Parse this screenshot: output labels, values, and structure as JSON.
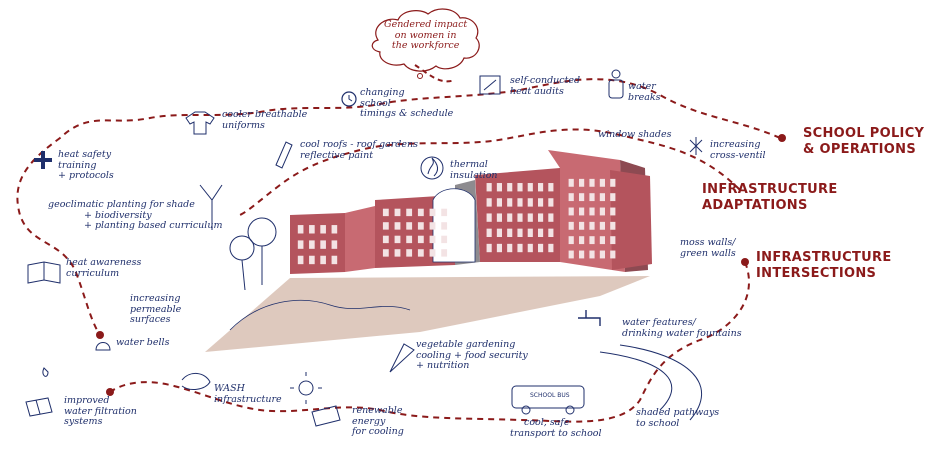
{
  "headings": {
    "school_policy": [
      "SCHOOL POLICY",
      "& OPERATIONS"
    ],
    "infra_adaptations": [
      "INFRASTRUCTURE",
      "ADAPTATIONS"
    ],
    "infra_intersections": [
      "INFRASTRUCTURE",
      "INTERSECTIONS"
    ]
  },
  "cloud_note": [
    "Gendered impact",
    "on women in",
    "the workforce"
  ],
  "labels": {
    "changing_school": [
      "changing",
      "school",
      "timings & schedule"
    ],
    "self_heat_audits": [
      "self-conducted",
      "heat audits"
    ],
    "water_breaks": [
      "water",
      "breaks"
    ],
    "cooler_uniforms": [
      "cooler breathable",
      "uniforms"
    ],
    "heat_safety": [
      "heat safety",
      "training",
      "+ protocols"
    ],
    "cool_roofs": [
      "cool roofs - roof gardens",
      "reflective paint"
    ],
    "thermal_insulation": [
      "thermal",
      "insulation"
    ],
    "window_shades": [
      "window shades"
    ],
    "cross_ventilation": [
      "increasing",
      "cross-ventil"
    ],
    "geoclimatic_planting": [
      "geoclimatic planting for shade",
      "+ biodiversity",
      "+ planting based curriculum"
    ],
    "heat_awareness": [
      "heat awareness",
      "curriculum"
    ],
    "moss_walls": [
      "moss walls/",
      "green walls"
    ],
    "permeable_surfaces": [
      "increasing",
      "permeable",
      "surfaces"
    ],
    "water_bells": [
      "water bells"
    ],
    "vegetable_gardening": [
      "vegetable gardening",
      "cooling + food security",
      "+ nutrition"
    ],
    "water_features": [
      "water features/",
      "drinking water fountains"
    ],
    "wash": [
      "WASH",
      "infrastructure"
    ],
    "water_filtration": [
      "improved",
      "water filtration",
      "systems"
    ],
    "renewable_energy": [
      "renewable",
      "energy",
      "for cooling"
    ],
    "cool_transport": [
      "cool, safe",
      "transport to school"
    ],
    "shaded_pathways": [
      "shaded pathways",
      "to school"
    ],
    "bus_sign": [
      "SCHOOL BUS"
    ]
  },
  "colors": {
    "ink": "#1f2f6b",
    "accent": "#8b1a1a",
    "building": "#b4545d",
    "building_light": "#c86a72",
    "ground": "#d8bfb3"
  },
  "icons": [
    "clock-icon",
    "thermometer-icon",
    "water-bottle-icon",
    "tshirt-icon",
    "plus-icon",
    "paintbrush-icon",
    "flame-icon",
    "snowflake-icon",
    "tree-icon",
    "book-icon",
    "water-bell-icon",
    "carrot-icon",
    "faucet-icon",
    "hand-washing-icon",
    "droplet-icon",
    "solar-panel-icon",
    "sun-icon",
    "bus-icon",
    "road-icon"
  ]
}
